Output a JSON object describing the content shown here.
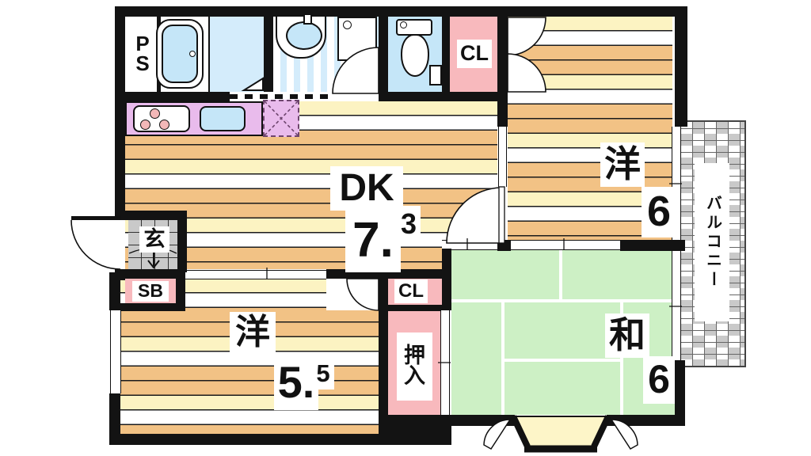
{
  "colors": {
    "wall": "#131313",
    "wood-tan": "#f2c285",
    "wood-cream": "#fcf3c2",
    "tatami": "#cdf0c5",
    "pink": "#f8b9bd",
    "purple": "#e9bbec",
    "aqua": "#c5e6f8",
    "aqua-light": "#d4ecfb",
    "tile-gray": "#c9c9c9",
    "bay": "#fdf5c8",
    "label": "#111111"
  },
  "rooms": {
    "ps": {
      "chars": [
        "P",
        "S"
      ]
    },
    "closet_top": {
      "label": "CL"
    },
    "western6": {
      "name": "洋",
      "size": "6"
    },
    "balcony": {
      "label": "バルコニー"
    },
    "dk": {
      "name": "DK",
      "size_main": "7.",
      "size_sup": "3"
    },
    "entrance": {
      "label": "玄"
    },
    "shoe_box": {
      "label": "SB"
    },
    "western55": {
      "name": "洋",
      "size_main": "5.",
      "size_sup": "5"
    },
    "closet_bottom": {
      "label": "CL"
    },
    "oshiire": {
      "chars": [
        "押",
        "入"
      ]
    },
    "japanese6": {
      "name": "和",
      "size": "6"
    }
  }
}
